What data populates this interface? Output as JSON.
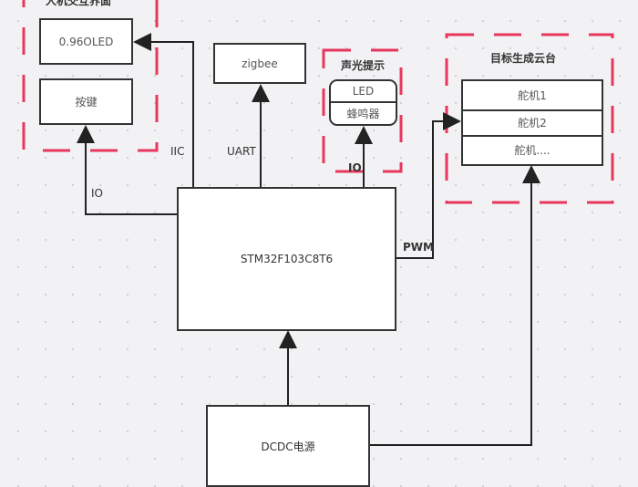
{
  "groups": {
    "hmi": "人机交互界面",
    "sound_light": "声光提示",
    "gimbal": "目标生成云台"
  },
  "blocks": {
    "oled": "0.96OLED",
    "key": "按键",
    "zigbee": "zigbee",
    "led": "LED",
    "buzzer": "蜂鸣器",
    "servo1": "舵机1",
    "servo2": "舵机2",
    "servo_more": "舵机....",
    "mcu": "STM32F103C8T6",
    "power": "DCDC电源"
  },
  "links": {
    "iic": "IIC",
    "uart": "UART",
    "io_key": "IO",
    "io_led": "IO",
    "pwm": "PWM"
  },
  "colors": {
    "group_border": "#e8365d",
    "line": "#333333"
  }
}
